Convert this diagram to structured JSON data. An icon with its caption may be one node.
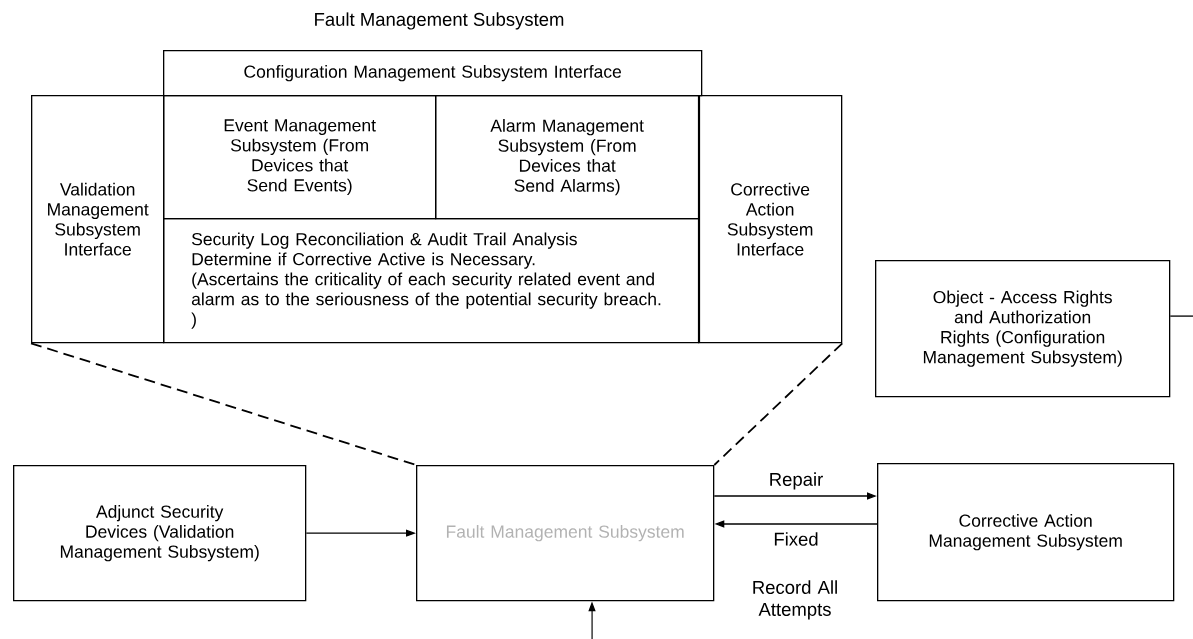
{
  "diagram": {
    "title": "Fault Management Subsystem",
    "nodes": [
      {
        "text": [
          "Validation Management Subsystem Interface"
        ]
      },
      {
        "text": [
          "Configuration Management Subsystem Interface"
        ]
      },
      {
        "text": [
          "Event Management Subsystem (From Devices that Send Events)"
        ]
      },
      {
        "text": [
          "Alarm Management Subsystem (From Devices that Send Alarms)"
        ]
      },
      {
        "text": [
          "Security Log Reconciliation & Audit Trail Analysis",
          "Determine if Corrective Active is Necessary.",
          "(Ascertains the criticality of each security related event and alarm as to the seriousness of the potential security breach. )"
        ]
      },
      {
        "text": [
          "Corrective Action Subsystem Interface"
        ]
      },
      {
        "text": [
          "Object - Access Rights and Authorization Rights (Configuration Management Subsystem)"
        ]
      },
      {
        "text": [
          "Adjunct Security Devices (Validation Management Subsystem)"
        ]
      },
      {
        "text": [
          "Fault Management Subsystem"
        ]
      },
      {
        "text": [
          "Corrective Action Management Subsystem"
        ]
      }
    ],
    "edges": [
      {
        "from": 0,
        "to": 8,
        "arrow": "none",
        "style": "dashed"
      },
      {
        "from": 5,
        "to": 8,
        "arrow": "none",
        "style": "dashed"
      },
      {
        "from": 7,
        "to": 8,
        "arrow": "to"
      },
      {
        "from": 8,
        "to": 9,
        "arrow": "to",
        "label": "Repair"
      },
      {
        "from": 9,
        "to": 8,
        "arrow": "to",
        "label": "Fixed"
      },
      {
        "from": null,
        "to": 8,
        "arrow": "to"
      },
      {
        "from": 6,
        "to": null,
        "arrow": "none"
      }
    ],
    "labels": [
      "Record All Attempts"
    ]
  }
}
